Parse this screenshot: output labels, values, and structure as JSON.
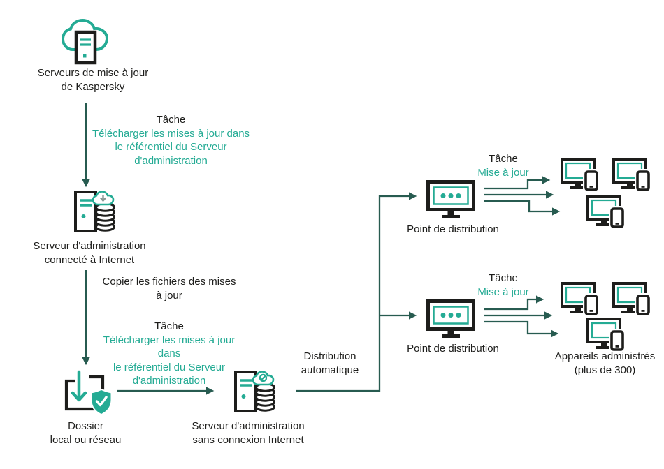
{
  "colors": {
    "teal_accent": "#24AB94",
    "connector_green": "#275B50",
    "icon_black": "#1D1D1B",
    "background": "#FFFFFF"
  },
  "nodes": {
    "update_servers": {
      "label_line1": "Serveurs de mise à jour",
      "label_line2": "de Kaspersky"
    },
    "admin_server_online": {
      "label_line1": "Serveur d'administration",
      "label_line2": "connecté à Internet"
    },
    "local_folder": {
      "label_line1": "Dossier",
      "label_line2": "local ou réseau"
    },
    "admin_server_offline": {
      "label_line1": "Serveur d'administration",
      "label_line2": "sans connexion Internet"
    },
    "distribution_point_1": {
      "label": "Point de distribution"
    },
    "distribution_point_2": {
      "label": "Point de distribution"
    },
    "managed_devices": {
      "label_line1": "Appareils administrés",
      "label_line2": "(plus de 300)"
    }
  },
  "annotations": {
    "task_download_1": {
      "title": "Tâche",
      "lines": [
        "Télécharger les mises à jour dans",
        "le référentiel du Serveur",
        "d'administration"
      ]
    },
    "copy_files": {
      "line1": "Copier les fichiers des mises",
      "line2": "à jour"
    },
    "task_download_2": {
      "title": "Tâche",
      "lines": [
        "Télécharger les mises à jour",
        "dans",
        "le référentiel du Serveur",
        "d'administration"
      ]
    },
    "auto_distribution": {
      "line1": "Distribution",
      "line2": "automatique"
    },
    "task_update_1": {
      "title": "Tâche",
      "subtitle": "Mise à jour"
    },
    "task_update_2": {
      "title": "Tâche",
      "subtitle": "Mise à jour"
    }
  }
}
